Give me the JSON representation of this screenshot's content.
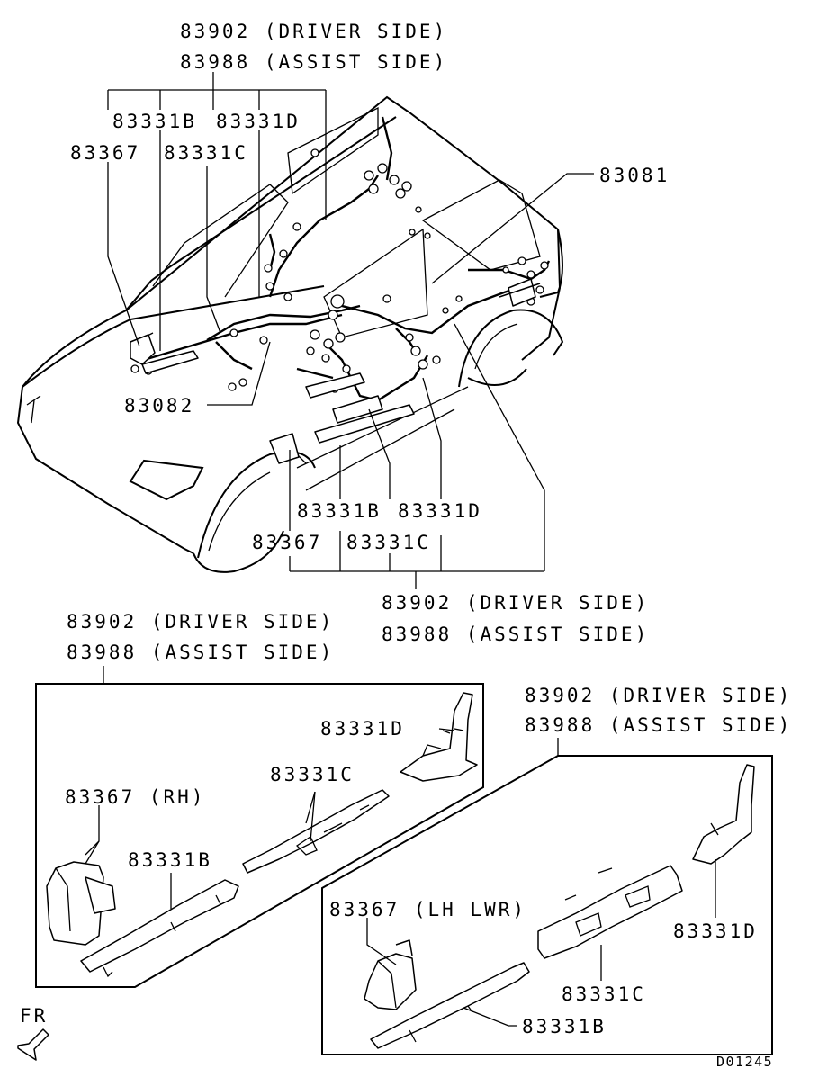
{
  "labels": {
    "top_driver": "83902 (DRIVER SIDE)",
    "top_assist": "83988 (ASSIST SIDE)",
    "top_83331b": "83331B",
    "top_83331d": "83331D",
    "top_83367": "83367",
    "top_83331c": "83331C",
    "top_83081": "83081",
    "top_83082": "83082",
    "mid_83331b": "83331B",
    "mid_83331d": "83331D",
    "mid_83367": "83367",
    "mid_83331c": "83331C",
    "mid_driver": "83902 (DRIVER SIDE)",
    "mid_assist": "83988 (ASSIST SIDE)",
    "left_driver": "83902 (DRIVER SIDE)",
    "left_assist": "83988 (ASSIST SIDE)",
    "left_83331d": "83331D",
    "left_83331c": "83331C",
    "left_83367": "83367 (RH)",
    "left_83331b": "83331B",
    "right_driver": "83902 (DRIVER SIDE)",
    "right_assist": "83988 (ASSIST SIDE)",
    "right_83367": "83367 (LH LWR)",
    "right_83331d": "83331D",
    "right_83331c": "83331C",
    "right_83331b": "83331B",
    "fr": "FR",
    "code": "D01245"
  },
  "icons": {
    "front_arrow": "front-direction-arrow-icon"
  }
}
